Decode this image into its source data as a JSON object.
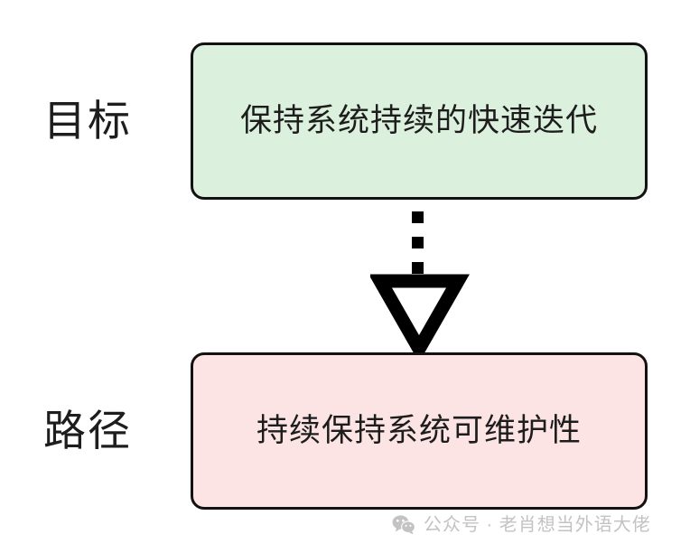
{
  "background_color": "#ffffff",
  "diagram": {
    "rows": [
      {
        "label": "目标",
        "label_name": "goal",
        "box_text": "保持系统持续的快速迭代",
        "fill_color": "#dcf0de",
        "border_color": "#121212"
      },
      {
        "label": "路径",
        "label_name": "path",
        "box_text": "持续保持系统可维护性",
        "fill_color": "#fce4e4",
        "border_color": "#121212"
      }
    ],
    "connector": {
      "style": "dotted",
      "dot_count": 3,
      "arrowhead": "hollow-triangle-down",
      "color": "#000000"
    }
  },
  "watermark": {
    "icon": "wechat-icon",
    "text": "公众号 · 老肖想当外语大佬",
    "color": "#c3c3c3"
  }
}
